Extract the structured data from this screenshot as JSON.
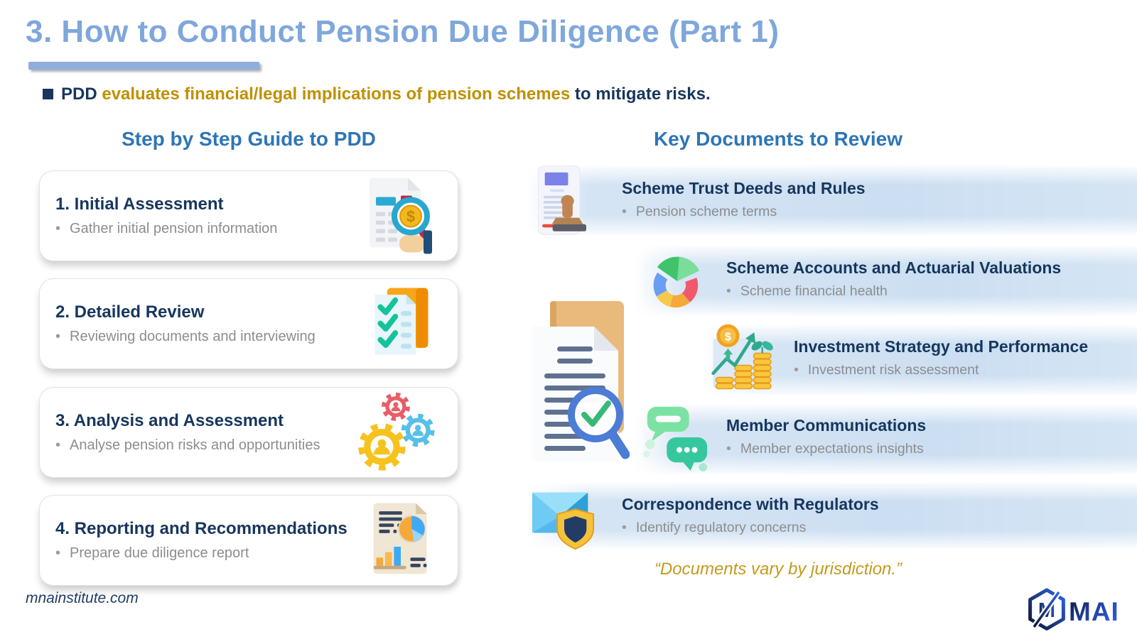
{
  "slide": {
    "title": "3. How to Conduct Pension Due Diligence (Part 1)",
    "intro_prefix": "PDD",
    "intro_highlight": "evaluates financial/legal implications of pension schemes",
    "intro_suffix": "to mitigate risks.",
    "quote": "“Documents vary by jurisdiction.”",
    "footer_site": "mnainstitute.com",
    "logo": {
      "letter": "M",
      "text": "MAI"
    }
  },
  "left_panel": {
    "heading": "Step by Step Guide to PDD",
    "steps": [
      {
        "title": "1. Initial Assessment",
        "desc": "Gather initial pension information",
        "icon": "receipt-magnifier-icon"
      },
      {
        "title": "2. Detailed Review",
        "desc": "Reviewing documents and interviewing",
        "icon": "checklist-icon"
      },
      {
        "title": "3. Analysis and Assessment",
        "desc": "Analyse pension risks and opportunities",
        "icon": "gears-people-icon"
      },
      {
        "title": "4. Reporting and Recommendations",
        "desc": "Prepare due diligence report",
        "icon": "report-chart-icon"
      }
    ]
  },
  "right_panel": {
    "heading": "Key Documents to Review",
    "documents": [
      {
        "title": "Scheme Trust Deeds and Rules",
        "desc": "Pension scheme terms",
        "icon": "document-stamp-icon"
      },
      {
        "title": "Scheme Accounts and Actuarial Valuations",
        "desc": "Scheme financial health",
        "icon": "donut-chart-icon"
      },
      {
        "title": "Investment Strategy and Performance",
        "desc": "Investment risk assessment",
        "icon": "investment-growth-icon"
      },
      {
        "title": "Member Communications",
        "desc": "Member expectations insights",
        "icon": "chat-bubbles-icon"
      },
      {
        "title": "Correspondence with Regulators",
        "desc": "Identify regulatory concerns",
        "icon": "envelope-shield-icon"
      }
    ],
    "watermark_icon": "document-magnifier-icon"
  },
  "colors": {
    "title_blue": "#7FA7DB",
    "heading_blue": "#2E75B6",
    "navy": "#17365D",
    "gold": "#BF9000",
    "gray_text": "#8D8D8D",
    "band_blue": "#CFE0F2"
  }
}
